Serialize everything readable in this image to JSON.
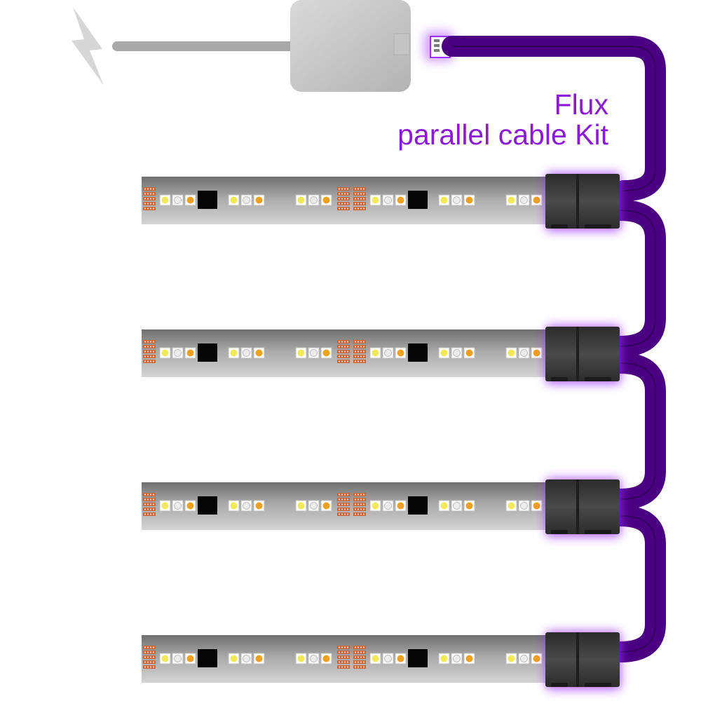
{
  "title": {
    "line1": "Flux",
    "line2": "parallel cable Kit"
  },
  "colors": {
    "cable": "#4b0082",
    "cable_stripe": "#2a004a",
    "glow": "#9b30ff",
    "title": "#8a1ad6",
    "controller": "#c8c8c8",
    "power_cord": "#a8a8a8",
    "connector": "#3a3a3a",
    "strip": "#8f8f8f"
  },
  "icons": {
    "power": "lightning-bolt-icon"
  },
  "strip_count": 4
}
